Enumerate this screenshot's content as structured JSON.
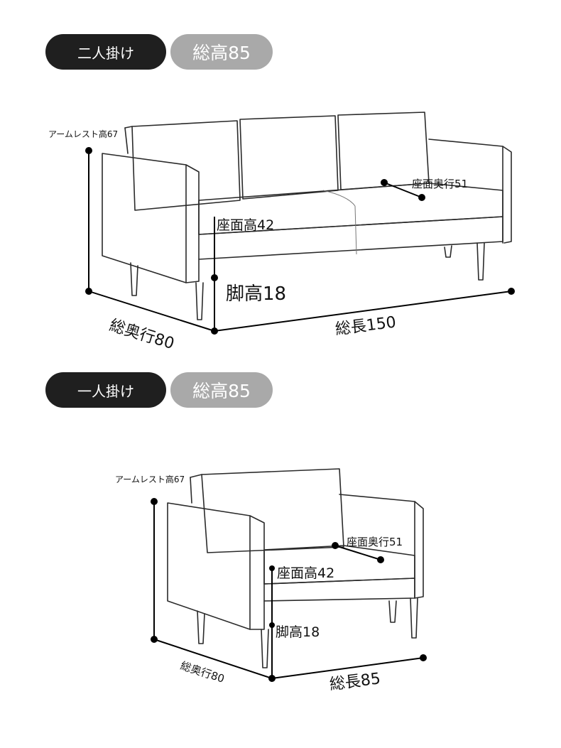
{
  "sections": [
    {
      "type_label": "二人掛け",
      "total_height_label": "総高85",
      "dims": {
        "armrest_height": "アームレスト高67",
        "seat_depth": "座面奥行51",
        "seat_height": "座面高42",
        "leg_height": "脚高18",
        "total_depth": "総奥行80",
        "total_length": "総長150"
      }
    },
    {
      "type_label": "一人掛け",
      "total_height_label": "総高85",
      "dims": {
        "armrest_height": "アームレスト高67",
        "seat_depth": "座面奥行51",
        "seat_height": "座面高42",
        "leg_height": "脚高18",
        "total_depth": "総奥行80",
        "total_length": "総長85"
      }
    }
  ]
}
